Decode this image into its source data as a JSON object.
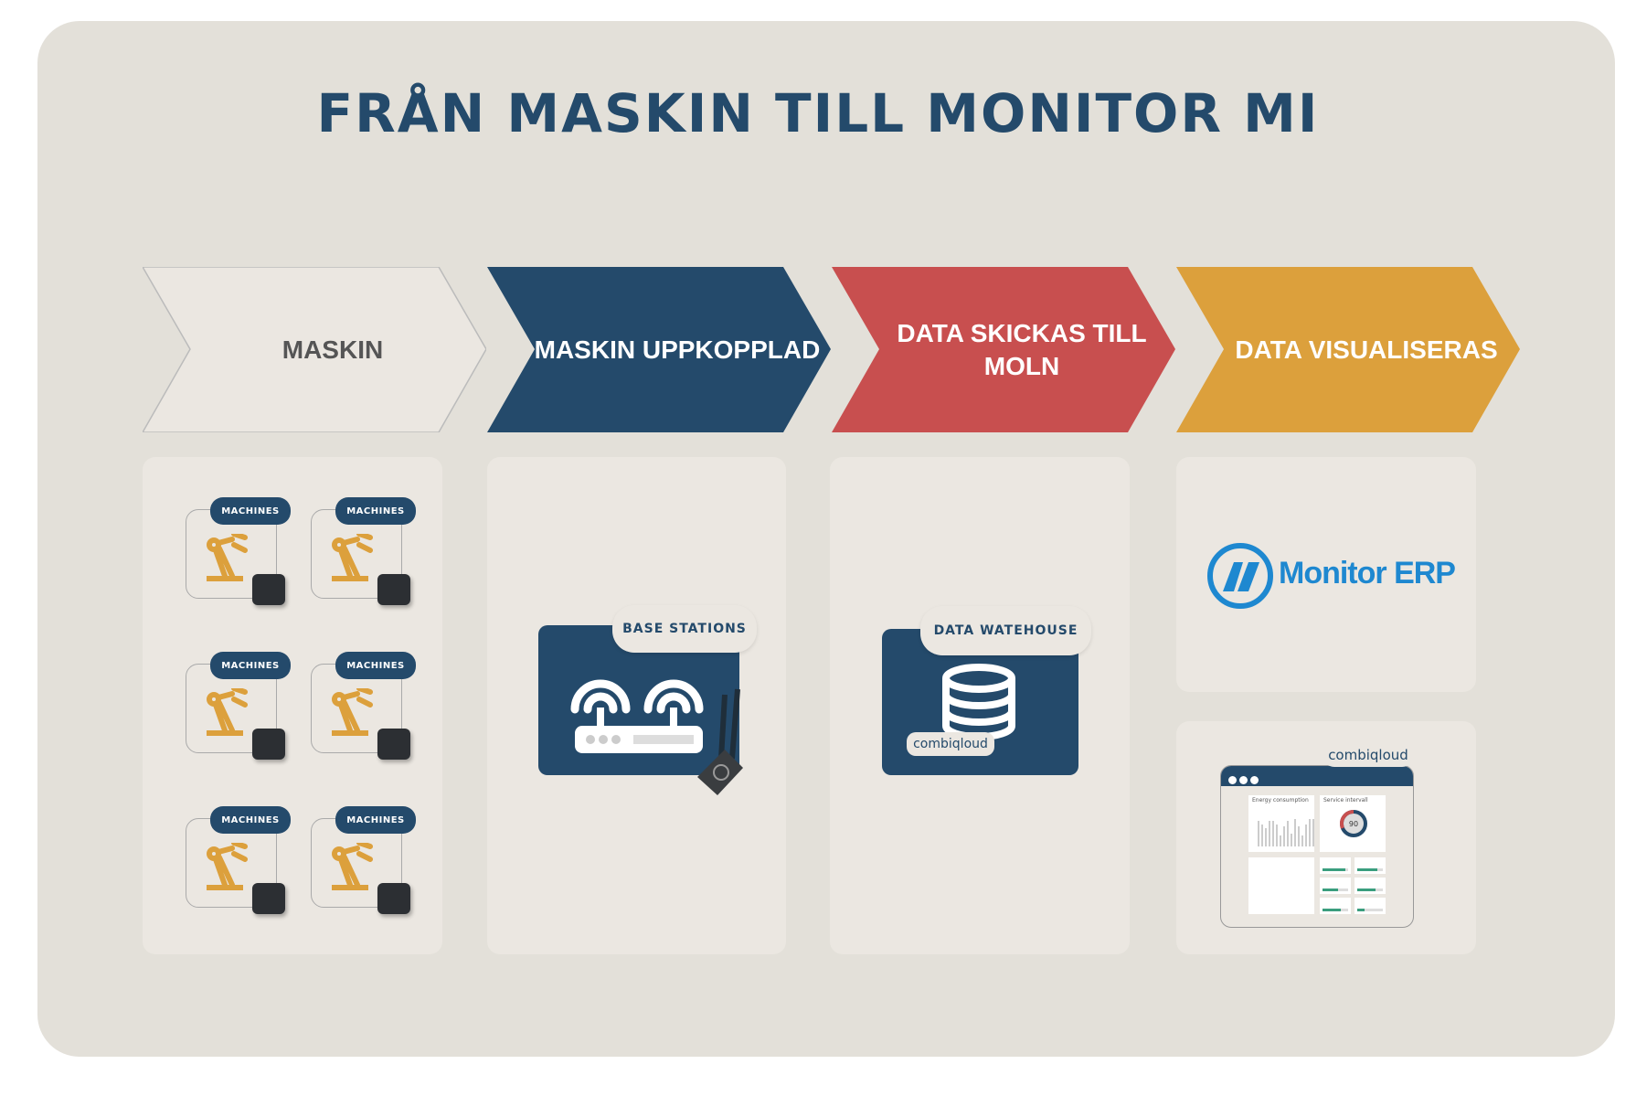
{
  "title": "FRÅN MASKIN TILL MONITOR MI",
  "steps": [
    {
      "label": "MASKIN",
      "color": "#ebe7e1",
      "text_color": "#555555"
    },
    {
      "label": "MASKIN UPPKOPPLAD",
      "color": "#244a6b",
      "text_color": "#ffffff"
    },
    {
      "label": "DATA SKICKAS TILL MOLN",
      "color": "#c84f4f",
      "text_color": "#ffffff"
    },
    {
      "label": "DATA VISUALISERAS",
      "color": "#dca03c",
      "text_color": "#ffffff"
    }
  ],
  "machines": {
    "badge": "MACHINES",
    "count": 6
  },
  "base_station": {
    "label": "BASE STATIONS"
  },
  "warehouse": {
    "label": "DATA WATEHOUSE",
    "brand": "combiqloud"
  },
  "monitor": {
    "logo": "Monitor ERP"
  },
  "dashboard": {
    "brand": "combiqloud",
    "chart_title": "Energy consumption",
    "gauge_title": "Service intervall",
    "gauge_value": "90"
  },
  "colors": {
    "navy": "#244a6b",
    "red": "#c84f4f",
    "gold": "#dca03c",
    "bg": "#e3e0d9",
    "blue": "#1e88d0"
  }
}
